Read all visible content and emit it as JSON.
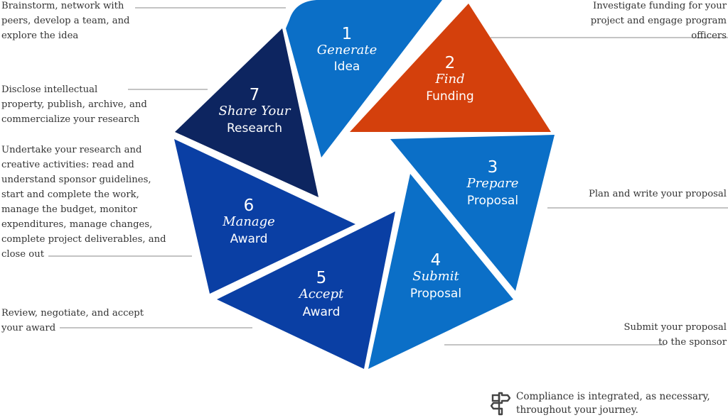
{
  "colors": {
    "step1": "#0b6fc7",
    "step2": "#d4400c",
    "step3": "#0b6fc7",
    "step4": "#0b6fc7",
    "step5": "#0a3fa4",
    "step6": "#0a3fa4",
    "step7": "#0d2560",
    "text": "#333333",
    "leader": "#8a8a8a"
  },
  "steps": [
    {
      "number": "1",
      "verb": "Generate",
      "noun": "Idea",
      "description": "Brainstorm, network with\npeers, develop a team, and\nexplore the idea"
    },
    {
      "number": "2",
      "verb": "Find",
      "noun": "Funding",
      "description": "Investigate funding for your\nproject and engage program\nofficers"
    },
    {
      "number": "3",
      "verb": "Prepare",
      "noun": "Proposal",
      "description": "Plan and write your proposal"
    },
    {
      "number": "4",
      "verb": "Submit",
      "noun": "Proposal",
      "description": "Submit your proposal\nto the sponsor"
    },
    {
      "number": "5",
      "verb": "Accept",
      "noun": "Award",
      "description": "Review, negotiate, and accept\nyour award"
    },
    {
      "number": "6",
      "verb": "Manage",
      "noun": "Award",
      "description": "Undertake your research and\ncreative activities: read and\nunderstand sponsor guidelines,\nstart and complete the work,\nmanage the budget, monitor\nexpenditures, manage changes,\ncomplete project deliverables, and\nclose out"
    },
    {
      "number": "7",
      "verb": "Share Your",
      "noun": "Research",
      "description": "Disclose intellectual\nproperty, publish, archive, and\ncommercialize your research"
    }
  ],
  "compliance": {
    "icon": "signpost-icon",
    "text": "Compliance is integrated, as necessary,\nthroughout your journey."
  }
}
